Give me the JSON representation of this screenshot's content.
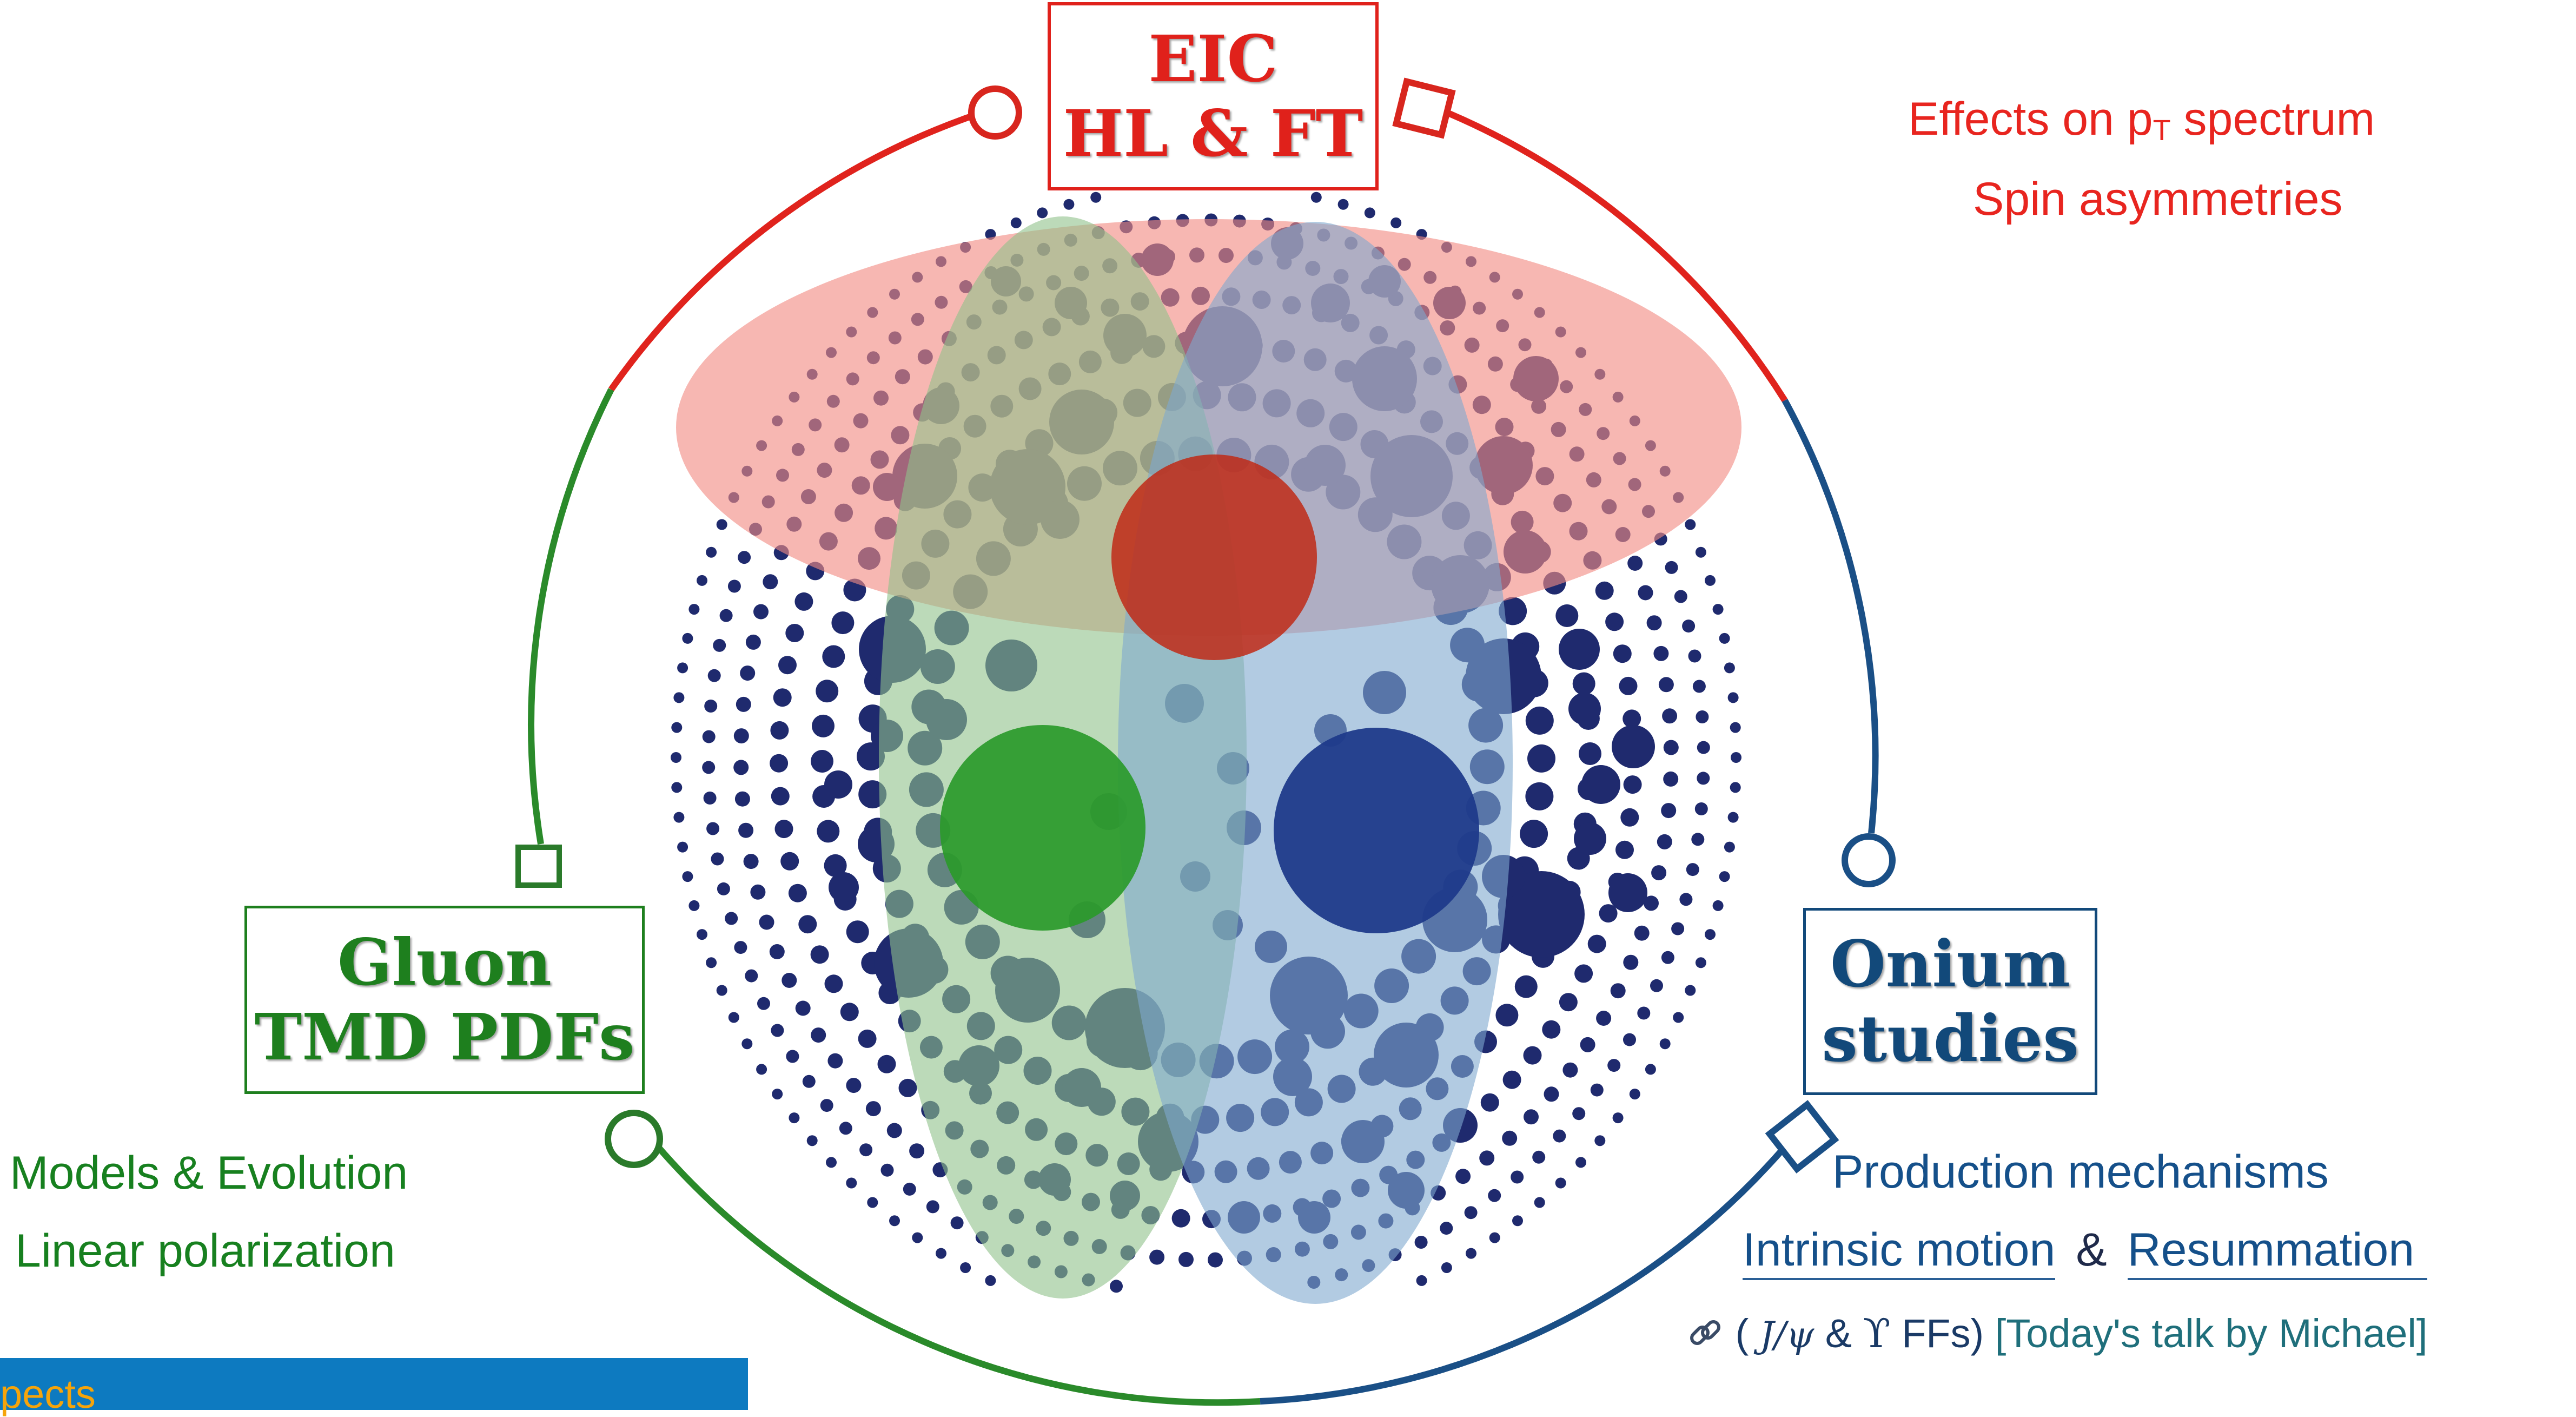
{
  "eic_box": {
    "line1": "EIC",
    "line2": "HL & FT"
  },
  "gluon_box": {
    "line1": "Gluon",
    "line2": "TMD PDFs"
  },
  "onium_box": {
    "line1": "Onium",
    "line2": "studies"
  },
  "top_right": {
    "pt_prefix": "Effects on p",
    "pt_subscript": "T",
    "pt_suffix": " spectrum",
    "spin": "Spin asymmetries"
  },
  "bottom_left": {
    "models": "Models & Evolution",
    "linear": "Linear polarization"
  },
  "bottom_right": {
    "production": "Production mechanisms",
    "intrinsic": "Intrinsic motion",
    "amp": "&",
    "resummation": "Resummation",
    "link_icon": "link-icon",
    "ff_open": "(",
    "jpsi": "J/ψ",
    "ff_amp": "&",
    "upsilon": "ϒ",
    "ff_close": "FFs)",
    "talk": "[Today's talk by Michael]"
  },
  "bottom_bar": {
    "text": "pects"
  },
  "colors": {
    "red": "#e8251f",
    "green": "#17801f",
    "blue": "#15508a",
    "dots": "#1f2a6e",
    "red_ellipse": "#f28b82",
    "green_ellipse": "#8fc28a",
    "blue_ellipse": "#7fa8cf",
    "bar": "#0d7ac0",
    "bar_text": "#f5a40b"
  }
}
